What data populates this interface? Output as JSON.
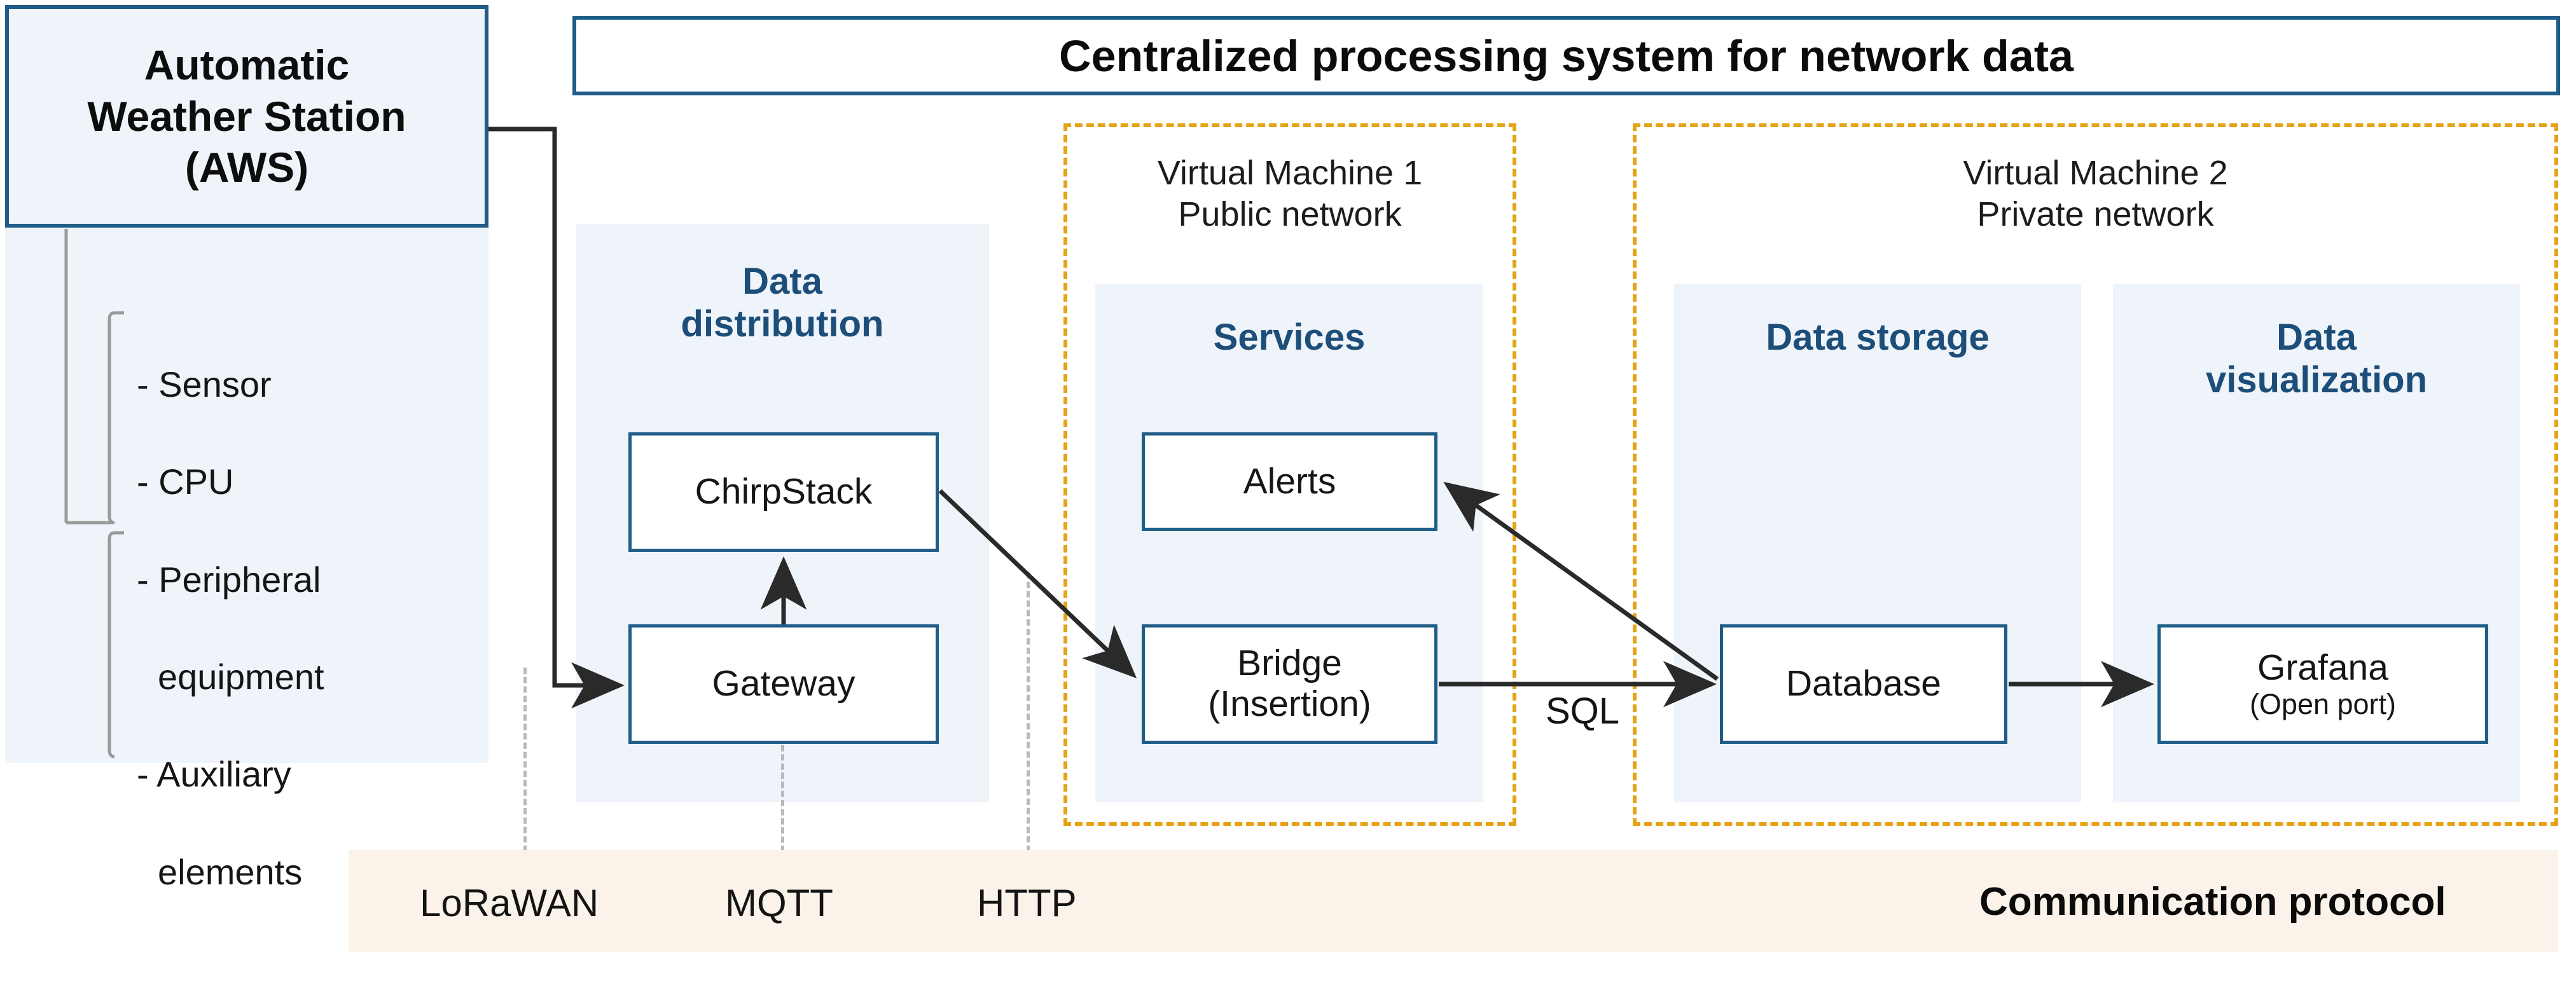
{
  "header": {
    "title": "Centralized processing system for network data"
  },
  "aws": {
    "title_line1": "Automatic",
    "title_line2": "Weather Station",
    "title_line3": "(AWS)",
    "components": [
      "- Sensor",
      "- CPU",
      "- Peripheral",
      "  equipment",
      "- Auxiliary",
      "  elements"
    ]
  },
  "data_distribution": {
    "title_line1": "Data",
    "title_line2": "distribution",
    "nodes": [
      {
        "label": "ChirpStack"
      },
      {
        "label": "Gateway"
      }
    ]
  },
  "vm1": {
    "label_line1": "Virtual Machine 1",
    "label_line2": "Public network",
    "services": {
      "title": "Services",
      "nodes": [
        {
          "label": "Alerts",
          "sub": ""
        },
        {
          "label": "Bridge",
          "sub": "(Insertion)"
        }
      ]
    }
  },
  "vm2": {
    "label_line1": "Virtual Machine 2",
    "label_line2": "Private network",
    "data_storage": {
      "title": "Data storage",
      "nodes": [
        {
          "label": "Database",
          "sub": ""
        }
      ]
    },
    "data_visualization": {
      "title_line1": "Data",
      "title_line2": "visualization",
      "nodes": [
        {
          "label": "Grafana",
          "sub": "(Open port)"
        }
      ]
    }
  },
  "edges": {
    "sql_label": "SQL"
  },
  "communication_band": {
    "protocols": [
      "LoRaWAN",
      "MQTT",
      "HTTP"
    ],
    "title": "Communication protocol"
  },
  "colors": {
    "accent_blue": "#1f5d88",
    "title_blue": "#1d4e79",
    "panel_blue": "#eef4f9",
    "vm_orange": "#e5a315",
    "band_cream": "#fbf3e9",
    "arrow_black": "#2a2a2a"
  }
}
